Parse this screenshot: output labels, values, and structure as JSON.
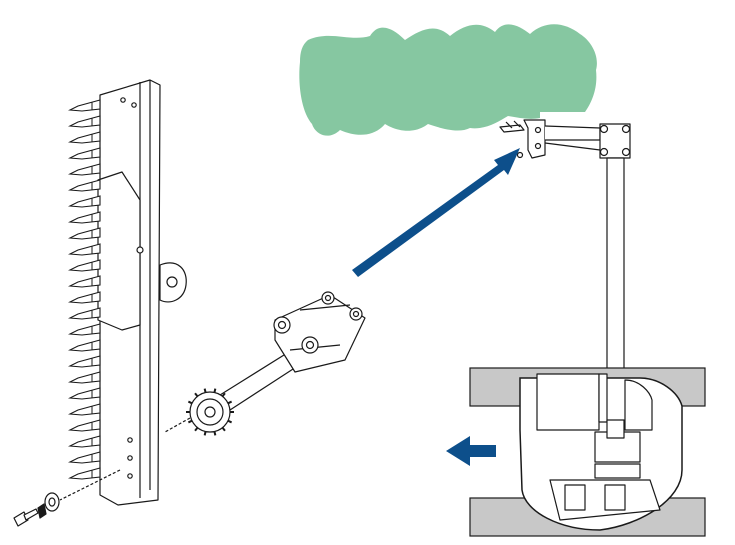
{
  "diagram": {
    "colors": {
      "line": "#1a1a1a",
      "foliage": "#86c7a1",
      "arrow": "#0d4f8b",
      "road": "#c8c8c8",
      "white": "#ffffff"
    },
    "components": [
      {
        "id": "cutter-bar",
        "label": ""
      },
      {
        "id": "mounting-bracket",
        "label": ""
      },
      {
        "id": "drive-shaft",
        "label": ""
      },
      {
        "id": "sprocket",
        "label": ""
      },
      {
        "id": "boom-arm",
        "label": ""
      },
      {
        "id": "hedge",
        "label": ""
      },
      {
        "id": "vehicle",
        "label": ""
      },
      {
        "id": "fasteners",
        "label": ""
      }
    ],
    "indicators": [
      {
        "id": "detail-arrow",
        "meaning": ""
      },
      {
        "id": "travel-direction-arrow",
        "meaning": ""
      }
    ]
  }
}
